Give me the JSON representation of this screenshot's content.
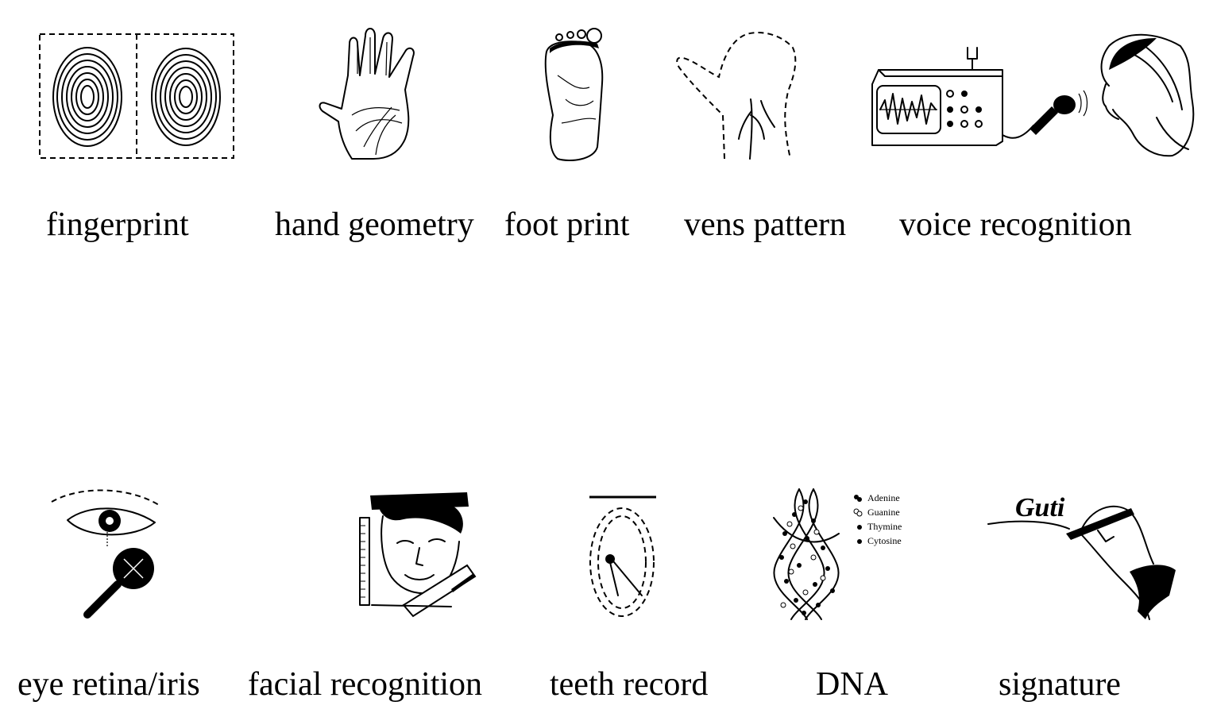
{
  "row1": [
    {
      "id": "fingerprint",
      "label": "fingerprint",
      "icon": "fingerprint-icon"
    },
    {
      "id": "hand-geometry",
      "label": "hand geometry",
      "icon": "hand-icon"
    },
    {
      "id": "foot-print",
      "label": "foot print",
      "icon": "foot-icon"
    },
    {
      "id": "vens-pattern",
      "label": "vens pattern",
      "icon": "wrist-veins-icon"
    },
    {
      "id": "voice-recognition",
      "label": "voice recognition",
      "icon": "voice-recorder-icon"
    }
  ],
  "row2": [
    {
      "id": "eye-retina-iris",
      "label": "eye retina/iris",
      "icon": "eye-magnifier-icon"
    },
    {
      "id": "facial-recognition",
      "label": "facial recognition",
      "icon": "face-measure-icon"
    },
    {
      "id": "teeth-record",
      "label": "teeth record",
      "icon": "dental-arch-icon"
    },
    {
      "id": "dna",
      "label": "DNA",
      "icon": "dna-helix-icon"
    },
    {
      "id": "signature",
      "label": "signature",
      "icon": "signing-hand-icon"
    }
  ],
  "dna_legend": [
    "Adenine",
    "Guanine",
    "Thymine",
    "Cytosine"
  ],
  "signature_text": "Guti"
}
